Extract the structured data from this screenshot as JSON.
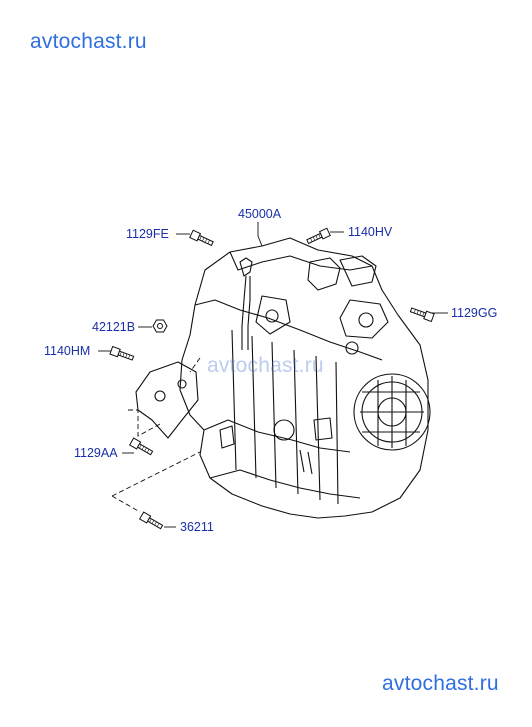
{
  "watermark": {
    "top": "avtochast.ru",
    "center": "avtochast.ru",
    "bottom": "avtochast.ru"
  },
  "parts": [
    {
      "id": "45000A",
      "label": "45000A"
    },
    {
      "id": "1129FE",
      "label": "1129FE"
    },
    {
      "id": "1140HV",
      "label": "1140HV"
    },
    {
      "id": "1129GG",
      "label": "1129GG"
    },
    {
      "id": "42121B",
      "label": "42121B"
    },
    {
      "id": "1140HM",
      "label": "1140HM"
    },
    {
      "id": "1129AA",
      "label": "1129AA"
    },
    {
      "id": "36211",
      "label": "36211"
    }
  ],
  "colors": {
    "label": "#1a2fa8",
    "watermark": "#2f6fe0",
    "lines": "#000000"
  }
}
